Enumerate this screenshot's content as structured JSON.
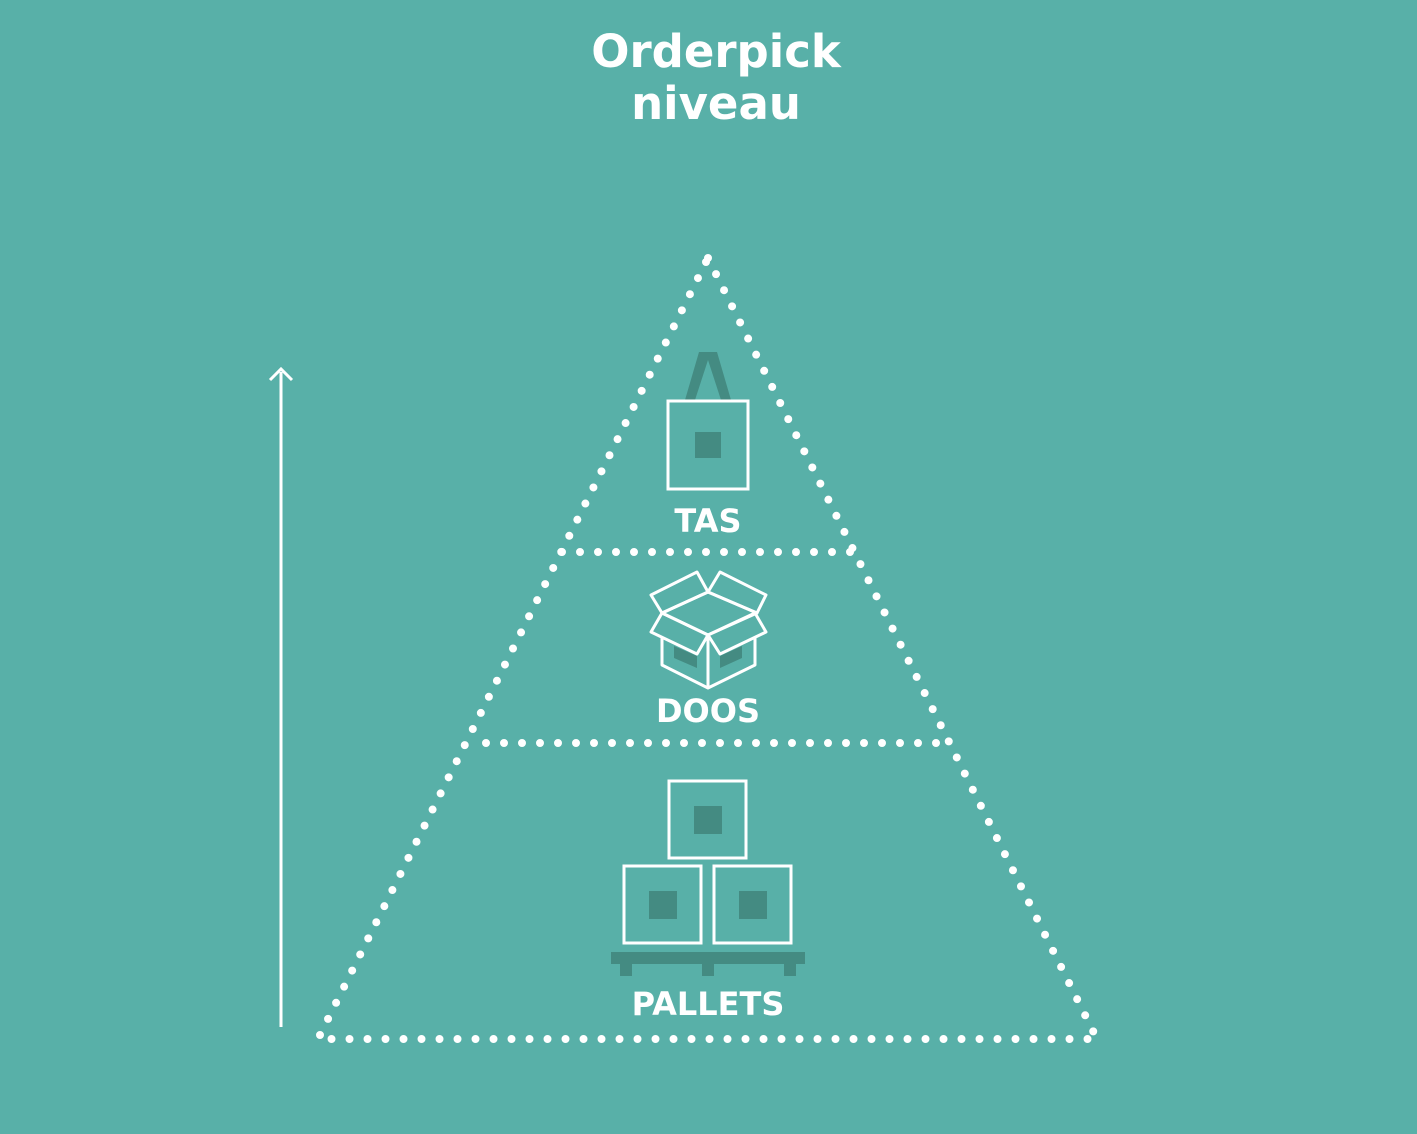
{
  "title": {
    "line1": "Orderpick",
    "line2": "niveau"
  },
  "levels": [
    {
      "label": "TAS",
      "icon": "bag-icon"
    },
    {
      "label": "DOOS",
      "icon": "open-box-icon"
    },
    {
      "label": "PALLETS",
      "icon": "pallet-icon"
    }
  ],
  "colors": {
    "background": "#58b0a8",
    "accent_dark": "#448b82",
    "line": "#ffffff"
  }
}
